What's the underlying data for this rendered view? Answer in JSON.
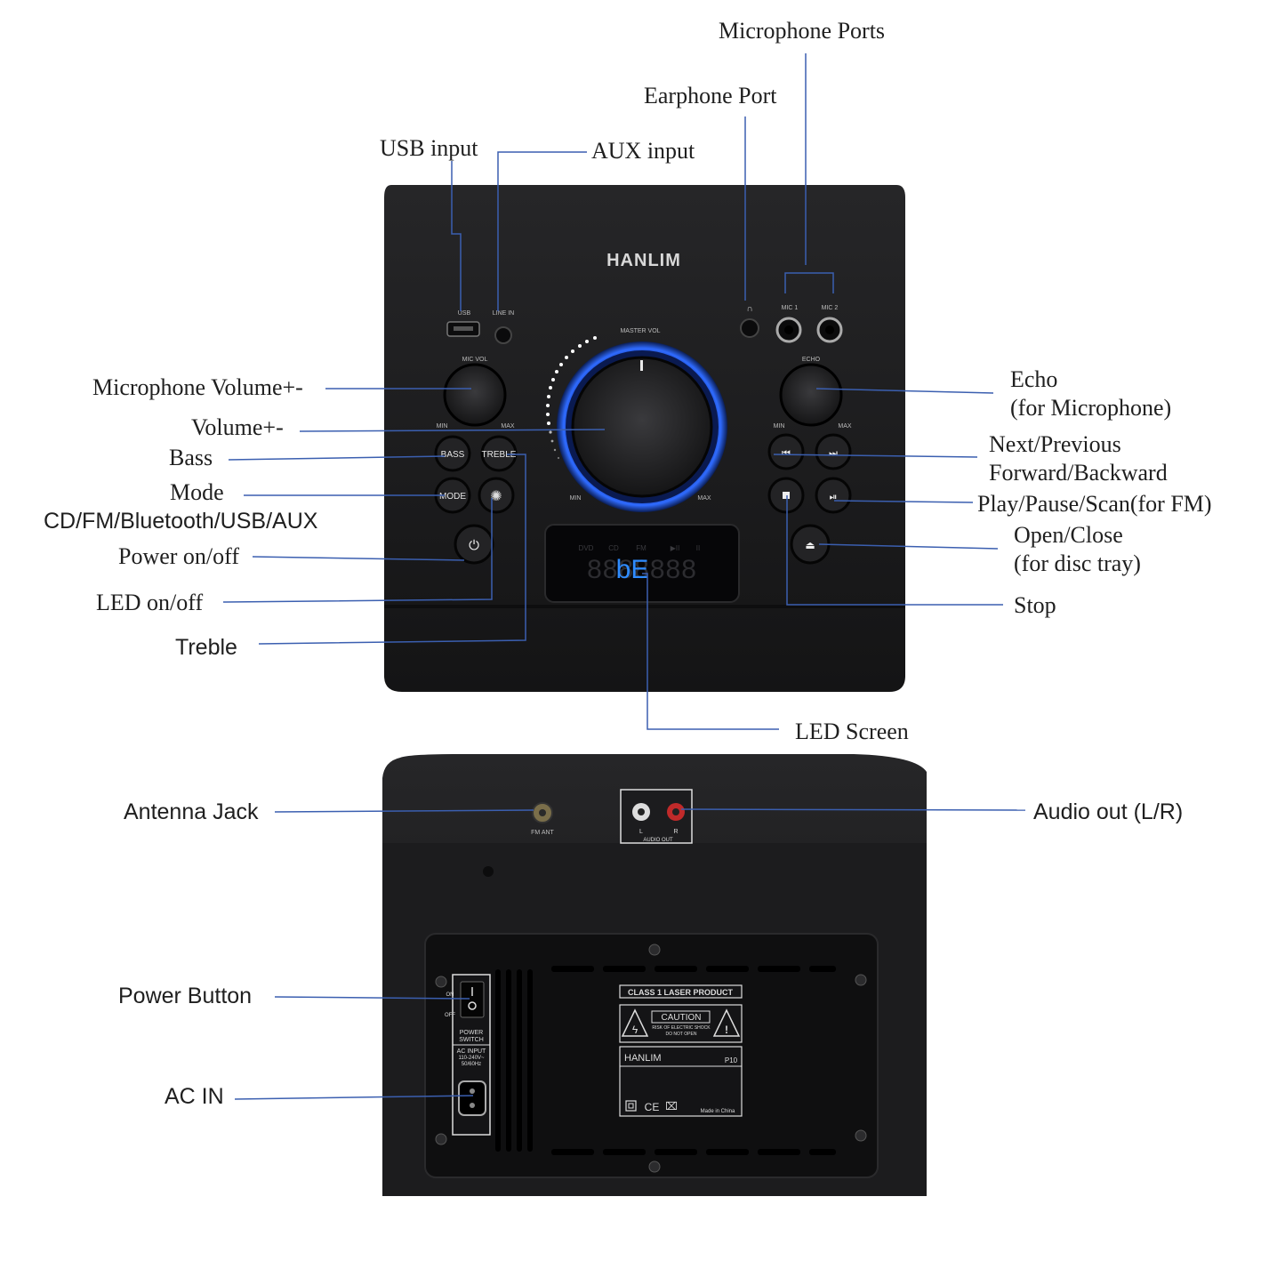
{
  "labels": {
    "microphone_ports": "Microphone Ports",
    "earphone_port": "Earphone Port",
    "usb_input": "USB input",
    "aux_input": "AUX input",
    "microphone_volume": "Microphone Volume+-",
    "volume": "Volume+-",
    "bass": "Bass",
    "mode_line1": "Mode",
    "mode_line2": "CD/FM/Bluetooth/USB/AUX",
    "power_onoff": "Power on/off",
    "led_onoff": "LED on/off",
    "treble": "Treble",
    "echo_line1": "Echo",
    "echo_line2": "(for Microphone)",
    "next_prev_line1": "Next/Previous",
    "next_prev_line2": "Forward/Backward",
    "play_pause": "Play/Pause/Scan(for FM)",
    "open_close_line1": "Open/Close",
    "open_close_line2": "(for disc tray)",
    "stop": "Stop",
    "led_screen": "LED Screen",
    "antenna_jack": "Antenna Jack",
    "audio_out": "Audio out",
    "audio_out_suffix": "(L/R)",
    "power_button": "Power Button",
    "ac_in": "AC IN"
  },
  "device_front": {
    "brand": "HANLIM",
    "usb": "USB",
    "line_in": "LINE IN",
    "mic1": "MIC 1",
    "mic2": "MIC 2",
    "mic_vol": "MIC VOL",
    "master_vol": "MASTER VOL",
    "echo": "ECHO",
    "min": "MIN",
    "max": "MAX",
    "bass_btn": "BASS",
    "treble_btn": "TREBLE",
    "mode_btn": "MODE",
    "display_tags": [
      "DVD",
      "CD",
      "FM",
      "▶II",
      "II"
    ],
    "display_text": "88bE888"
  },
  "device_back": {
    "fm_ant": "FM ANT",
    "l": "L",
    "r": "R",
    "audio_out_label": "AUDIO OUT",
    "on": "ON",
    "off": "OFF",
    "power_switch_1": "POWER",
    "power_switch_2": "SWITCH",
    "ac_input_1": "AC INPUT",
    "ac_input_2": "110-240V~",
    "ac_input_3": "50/60Hz",
    "laser": "CLASS 1 LASER PRODUCT",
    "caution": "CAUTION",
    "caution_sub1": "RISK OF ELECTRIC SHOCK",
    "caution_sub2": "DO NOT OPEN",
    "label_brand": "HANLIM",
    "model": "P10",
    "made_in": "Made in China",
    "marks": "CE"
  },
  "colors": {
    "leader_line": "#3b5fb0",
    "device_body": "#1b1b1d",
    "knob_ring": "#1e5bff",
    "display_digit_active": "#2f8cff"
  }
}
